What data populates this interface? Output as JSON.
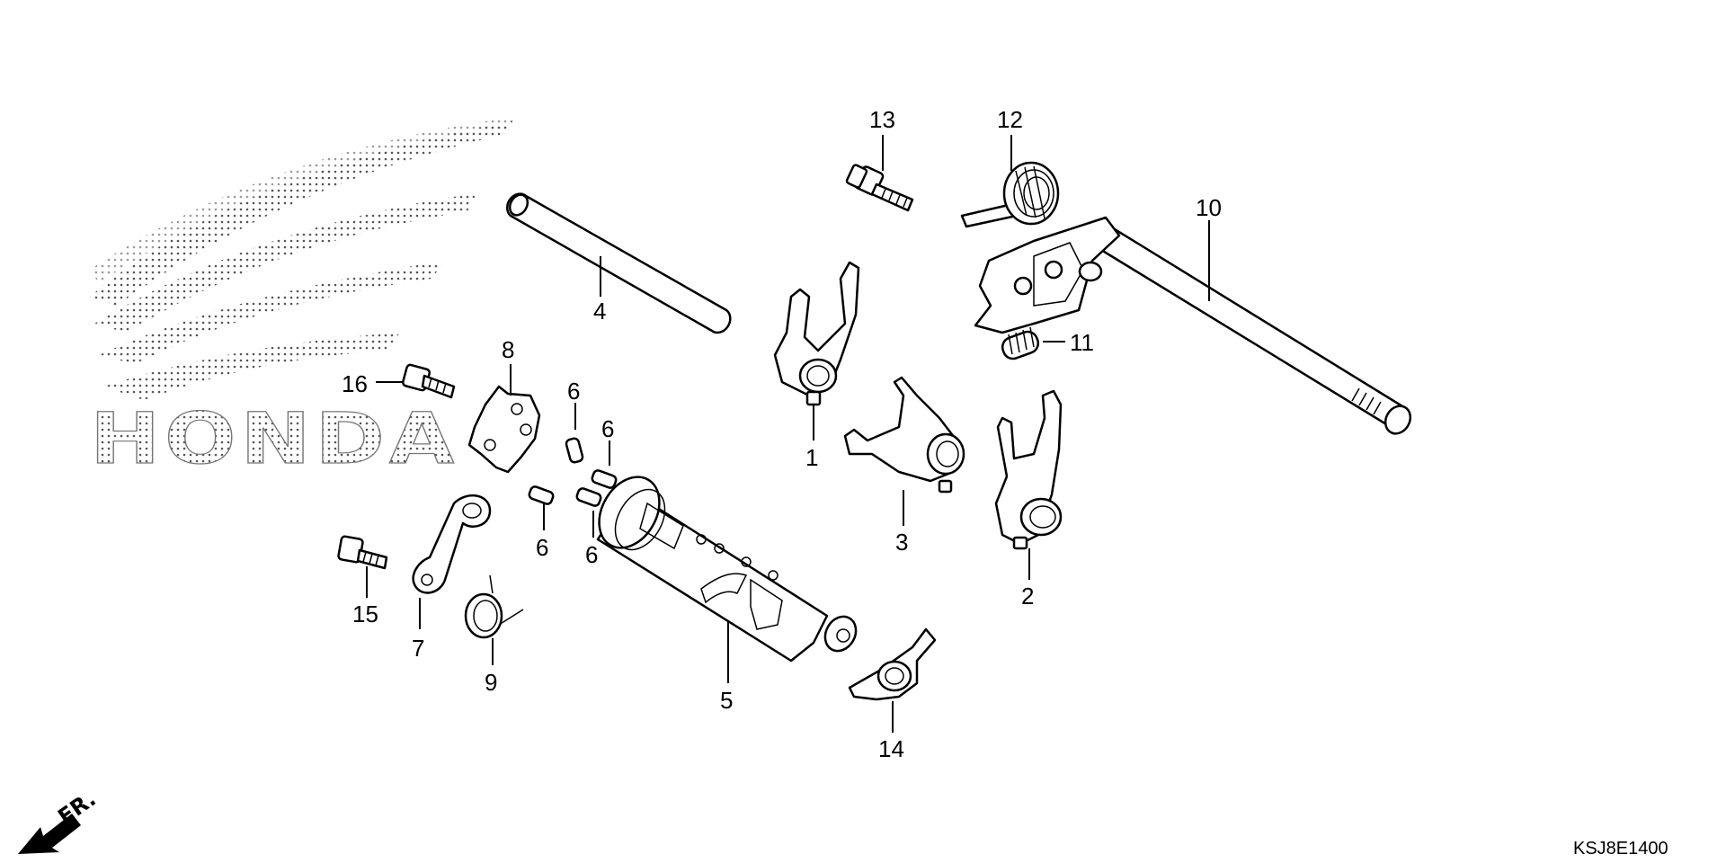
{
  "diagram": {
    "brand_text": "HONDA",
    "part_code": "KSJ8E1400",
    "front_label": "FR.",
    "callouts": {
      "p1": "1",
      "p2": "2",
      "p3": "3",
      "p4": "4",
      "p5": "5",
      "p6a": "6",
      "p6b": "6",
      "p6c": "6",
      "p6d": "6",
      "p7": "7",
      "p8": "8",
      "p9": "9",
      "p10": "10",
      "p11": "11",
      "p12": "12",
      "p13": "13",
      "p14": "14",
      "p15": "15",
      "p16": "16"
    }
  }
}
